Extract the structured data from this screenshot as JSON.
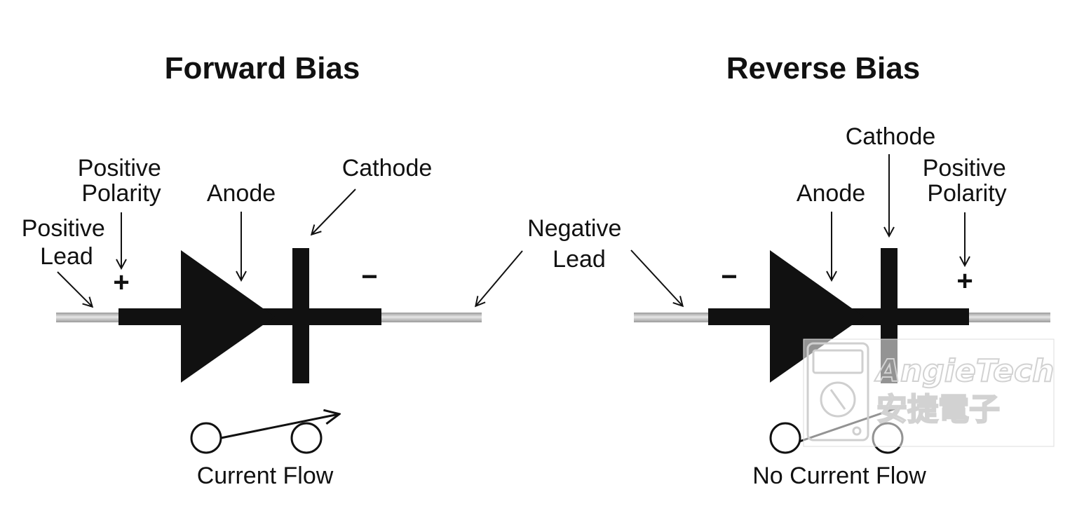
{
  "forward": {
    "title": "Forward Bias",
    "positive_lead": [
      "Positive",
      "Lead"
    ],
    "positive_polarity": [
      "Positive",
      "Polarity"
    ],
    "anode": "Anode",
    "cathode": "Cathode",
    "plus_sign": "+",
    "minus_sign": "−",
    "current_label": "Current Flow"
  },
  "negative_lead": [
    "Negative",
    "Lead"
  ],
  "reverse": {
    "title": "Reverse Bias",
    "cathode": "Cathode",
    "anode": "Anode",
    "positive_polarity": [
      "Positive",
      "Polarity"
    ],
    "minus_sign": "−",
    "plus_sign": "+",
    "current_label": "No Current Flow"
  },
  "watermark": {
    "brand": "AngieTech",
    "brand_cn": "安捷電子"
  },
  "colors": {
    "ink": "#111111",
    "lead_wire": "#b8b8b8",
    "watermark": "#d0d0d0"
  }
}
